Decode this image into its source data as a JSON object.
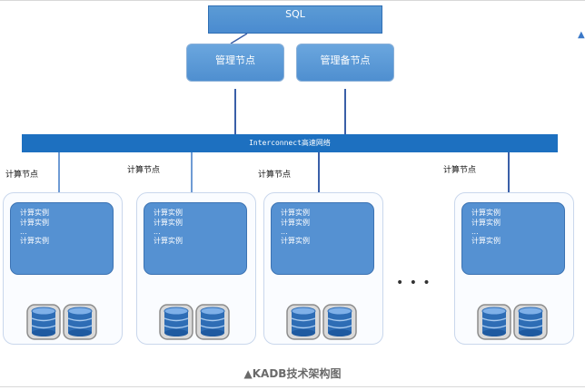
{
  "sql_label": "SQL",
  "management_nodes": [
    "管理节点",
    "管理备节点"
  ],
  "interconnect_label": "Interconnect高速网络",
  "compute_node_label": "计算节点",
  "compute_instance_label": "计算实例",
  "instance_ellipsis": "...",
  "nodes_ellipsis": "• • •",
  "caption": "▲KADB技术架构图",
  "edge_glyph": "▲",
  "colors": {
    "bus": "#1d70c0",
    "box_blue": "#5591d2",
    "connector": "#3a5fa8"
  }
}
